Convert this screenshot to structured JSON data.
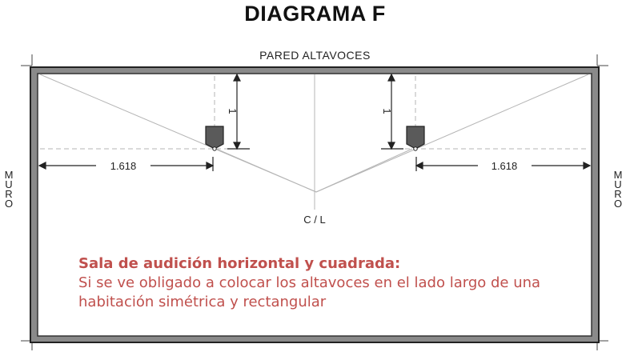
{
  "title": "DIAGRAMA F",
  "top_wall_label": "PARED ALTAVOCES",
  "left_wall_label": "MURO",
  "right_wall_label": "MURO",
  "left_distance": "1.618",
  "right_distance": "1.618",
  "left_vertical_mark": "1",
  "right_vertical_mark": "1",
  "center_label": "C / L",
  "caption": {
    "heading": "Sala de audición horizontal y cuadrada:",
    "body": "Si se ve obligado a colocar los altavoces en el lado largo de una habitación simétrica y rectangular"
  },
  "colors": {
    "wall_outer": "#2b2b2b",
    "wall_fill": "#8a8a8a",
    "caption": "#c0504d",
    "guide_lines": "#b5b5b5"
  }
}
